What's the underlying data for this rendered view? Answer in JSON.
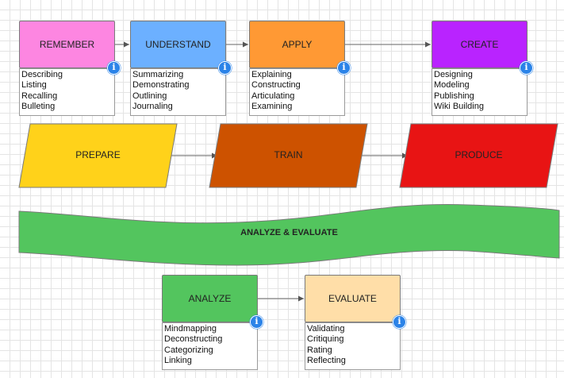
{
  "colors": {
    "remember": "#fd86e1",
    "understand": "#6cb0ff",
    "apply": "#ff9934",
    "create": "#b923ff",
    "prepare": "#ffd21a",
    "train": "#cd5200",
    "produce": "#e81414",
    "analyze_evaluate_banner": "#53c55e",
    "analyze": "#53c55e",
    "evaluate": "#ffdea8",
    "info_icon": "#2b83e8",
    "connector": "#666666"
  },
  "stages": {
    "remember": {
      "label": "REMEMBER",
      "items": [
        "Describing",
        "Listing",
        "Recalling",
        "Bulleting"
      ]
    },
    "understand": {
      "label": "UNDERSTAND",
      "items": [
        "Summarizing",
        "Demonstrating",
        "Outlining",
        "Journaling"
      ]
    },
    "apply": {
      "label": "APPLY",
      "items": [
        "Explaining",
        "Constructing",
        "Articulating",
        "Examining"
      ]
    },
    "create": {
      "label": "CREATE",
      "items": [
        "Designing",
        "Modeling",
        "Publishing",
        "Wiki Building"
      ]
    },
    "analyze": {
      "label": "ANALYZE",
      "items": [
        "Mindmapping",
        "Deconstructing",
        "Categorizing",
        "Linking"
      ]
    },
    "evaluate": {
      "label": "EVALUATE",
      "items": [
        "Validating",
        "Critiquing",
        "Rating",
        "Reflecting"
      ]
    }
  },
  "phases": {
    "prepare": "PREPARE",
    "train": "TRAIN",
    "produce": "PRODUCE"
  },
  "banner": {
    "label": "ANALYZE & EVALUATE"
  },
  "info_icon": {
    "glyph": "i",
    "icon": "info-icon"
  }
}
